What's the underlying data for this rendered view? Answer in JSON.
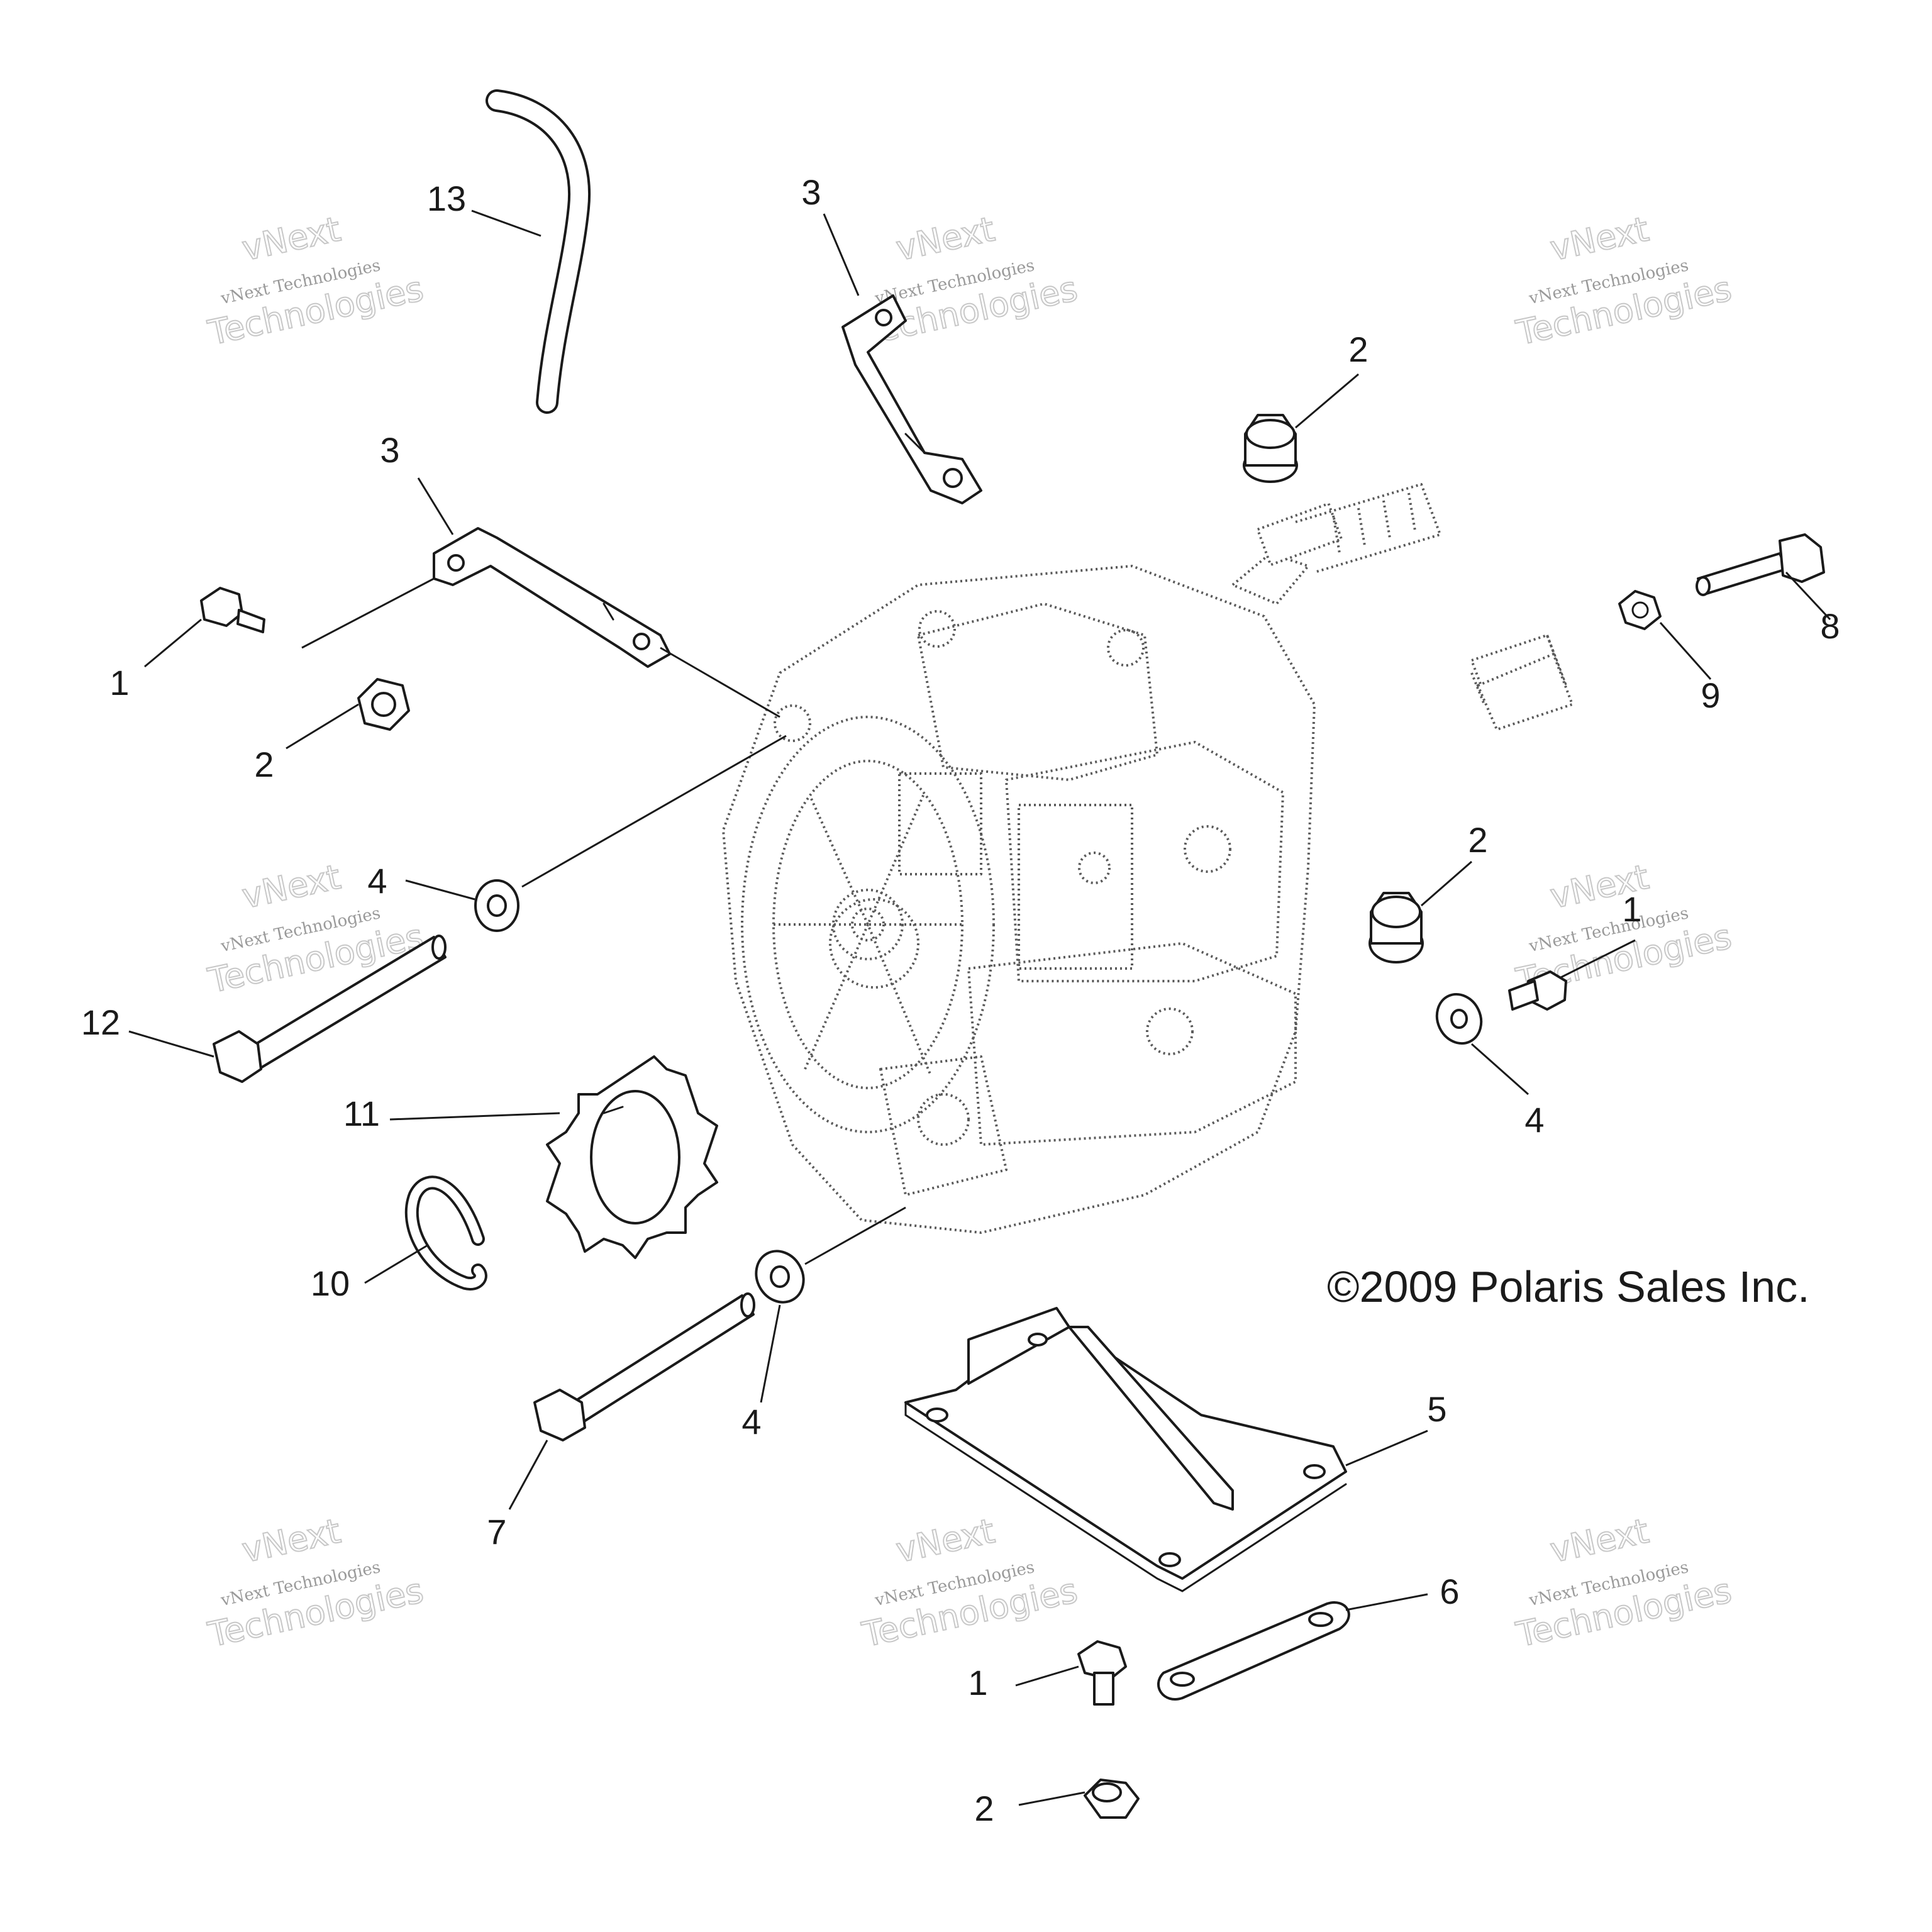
{
  "callouts": [
    {
      "id": "c13",
      "label": "13"
    },
    {
      "id": "c3a",
      "label": "3"
    },
    {
      "id": "c3b",
      "label": "3"
    },
    {
      "id": "c2a",
      "label": "2"
    },
    {
      "id": "c8",
      "label": "8"
    },
    {
      "id": "c9",
      "label": "9"
    },
    {
      "id": "c1a",
      "label": "1"
    },
    {
      "id": "c2b",
      "label": "2"
    },
    {
      "id": "c4a",
      "label": "4"
    },
    {
      "id": "c2c",
      "label": "2"
    },
    {
      "id": "c1b",
      "label": "1"
    },
    {
      "id": "c4b",
      "label": "4"
    },
    {
      "id": "c12",
      "label": "12"
    },
    {
      "id": "c11",
      "label": "11"
    },
    {
      "id": "c10",
      "label": "10"
    },
    {
      "id": "c4c",
      "label": "4"
    },
    {
      "id": "c7",
      "label": "7"
    },
    {
      "id": "c5",
      "label": "5"
    },
    {
      "id": "c6",
      "label": "6"
    },
    {
      "id": "c1c",
      "label": "1"
    },
    {
      "id": "c2d",
      "label": "2"
    }
  ],
  "copyright": "©2009 Polaris Sales Inc.",
  "watermark": {
    "line1": "vNext Technologies",
    "line2": "Technologies",
    "line3": "vNext"
  }
}
